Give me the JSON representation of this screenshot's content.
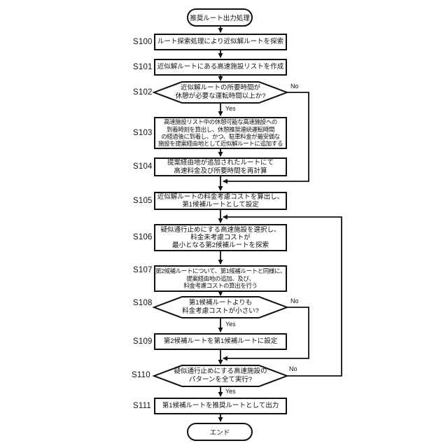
{
  "figure": {
    "start_label": "推奨ルート出力処理",
    "end_label": "エンド",
    "branch": {
      "yes": "Yes",
      "no": "No"
    },
    "steps": [
      {
        "id": "S100",
        "type": "process",
        "text": "ルート探索処理により近似解ルートを探索"
      },
      {
        "id": "S101",
        "type": "process",
        "text": "近似解ルートにある高速施設リストを作成"
      },
      {
        "id": "S102",
        "type": "decision",
        "text": "近似解ルートの所要時間が\n休憩が必要な運転時間以上か?"
      },
      {
        "id": "S103",
        "type": "process",
        "text": "高速施設リスト中の休憩可能な高速施設への\n到着時刻を算出し、休憩推奨連続運転時間\nの経過後に到着し、かつ、駐車料金が最安価な\n施設を提案経由地として近似解ルートに追加する"
      },
      {
        "id": "S104",
        "type": "process",
        "text": "提案経由地が追加されたルートにて\n高速料金及び所要時間を再計算"
      },
      {
        "id": "S105",
        "type": "process",
        "text": "近似解ルートの料金考慮コストを算出し、\n第1候補ルートとして設定"
      },
      {
        "id": "S106",
        "type": "process",
        "text": "疑似通行止めにする高速施設を選択し、\n料金未考慮コストが\n最小となる第2候補ルートを探索"
      },
      {
        "id": "S107",
        "type": "process",
        "text": "第2候補ルートについて、第1候補ルートと同様に、\n提案経由地の追加、及び、\n料金考慮コストの算出を行う"
      },
      {
        "id": "S108",
        "type": "decision",
        "text": "第1候補ルートよりも\n料金考慮コストが小さい?"
      },
      {
        "id": "S109",
        "type": "process",
        "text": "第2候補ルートを第1候補ルートに設定"
      },
      {
        "id": "S110",
        "type": "decision",
        "text": "疑似通行止めにする高速施設の\nパターンを全て実行?"
      },
      {
        "id": "S111",
        "type": "process",
        "text": "第1候補ルートを推奨ルートとして出力"
      }
    ]
  }
}
